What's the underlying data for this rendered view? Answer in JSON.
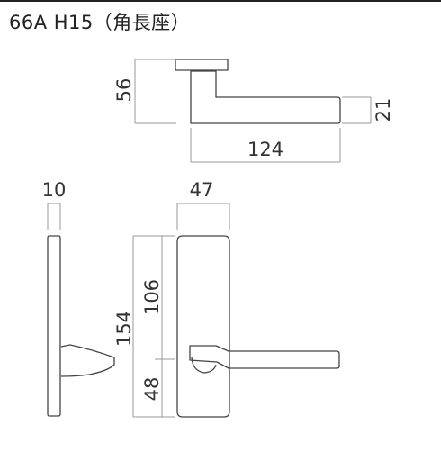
{
  "title": "66A H15（角長座）",
  "dimensions": {
    "top_height": "56",
    "lever_height": "21",
    "lever_length": "124",
    "side_thickness": "10",
    "plate_width": "47",
    "plate_length": "154",
    "upper_section": "106",
    "lower_section": "48"
  },
  "colors": {
    "line": "#444444",
    "dimension_line": "#999999",
    "text": "#333333"
  }
}
